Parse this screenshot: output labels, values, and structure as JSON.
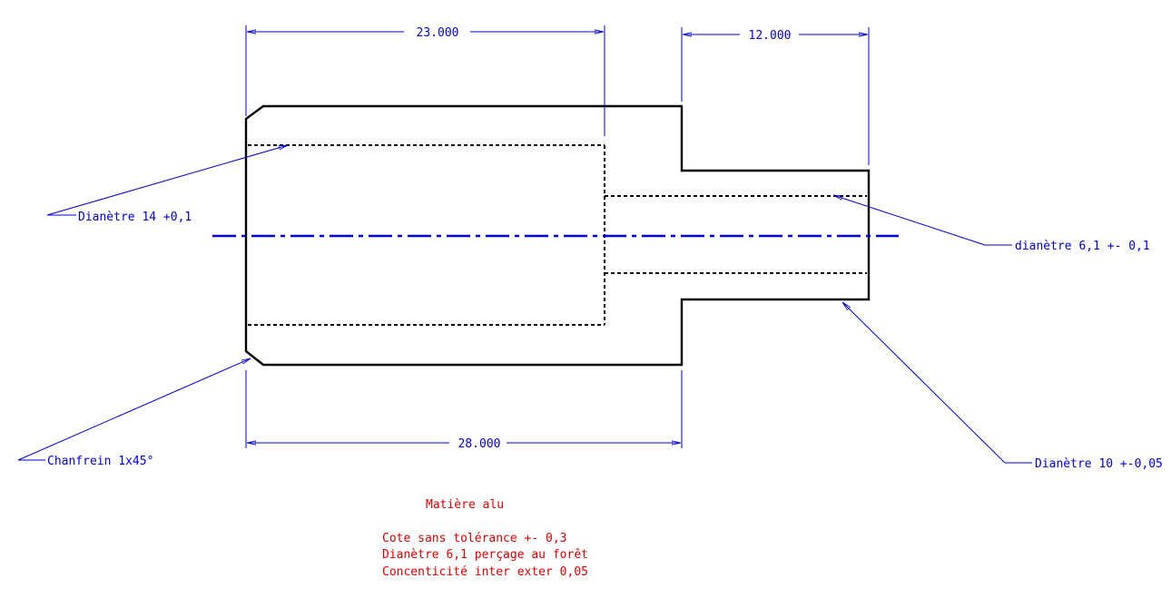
{
  "drawing": {
    "dimensions": {
      "top_left": "23.000",
      "top_right": "12.000",
      "bottom": "28.000"
    },
    "callouts": {
      "bore_large": "Dianètre 14 +0,1",
      "bore_small": "dianètre 6,1 +- 0,1",
      "chamfer": "Chanfrein 1x45°",
      "outer_small": "Dianètre 10 +-0,05"
    },
    "notes": {
      "material": "Matière alu",
      "lines": [
        "Cote sans tolérance +- 0,3",
        "Dianètre 6,1 perçage au forêt",
        "Concenticité inter exter 0,05"
      ]
    },
    "colors": {
      "outline": "#000000",
      "dimension": "#0000cc",
      "centerline": "#0000ee",
      "notes": "#d40000"
    }
  }
}
